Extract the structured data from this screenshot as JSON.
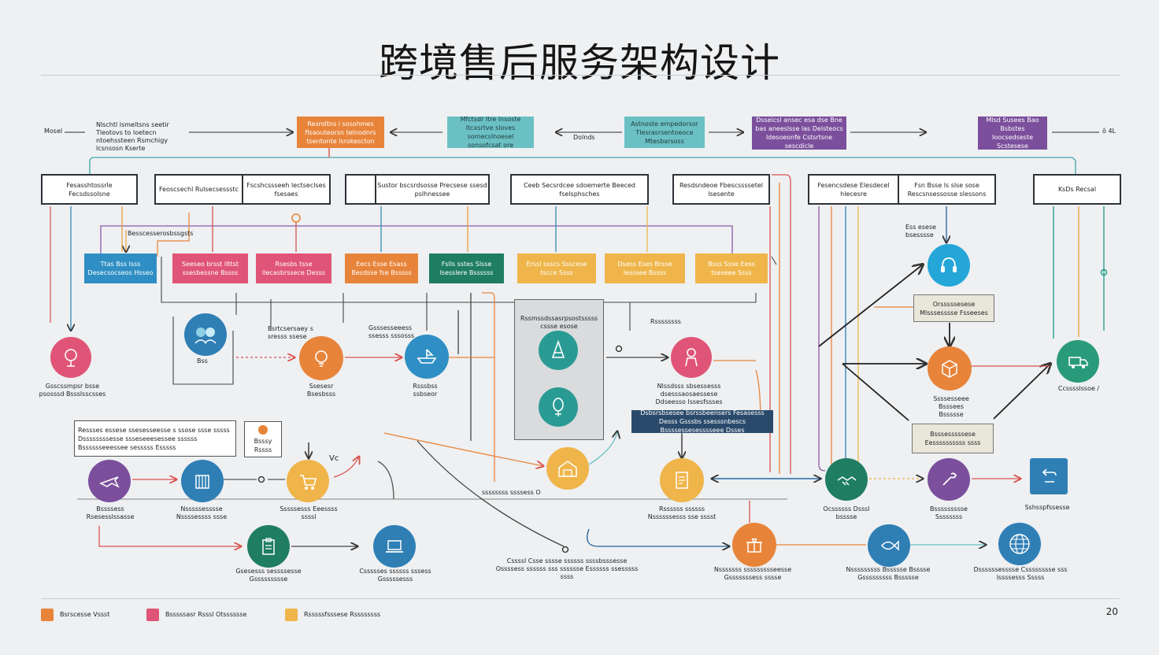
{
  "title": "跨境售后服务架构设计",
  "page_number": "20",
  "colors": {
    "orange": "#e8843a",
    "teal": "#6bc0c4",
    "purple": "#7b4f9c",
    "blue": "#2f7fb5",
    "pink": "#e05577",
    "green": "#1f7d62",
    "yellow": "#efb54a",
    "navy": "#2a4a6b"
  },
  "top_flow": {
    "left_edge": "Mosel",
    "left_text": "Nlschtl lsmeltsns seetir Tleotovs to loetecn ntoehssteen Rsmchigy lcsnsosn Kserte",
    "boxes": [
      "Resroltns l sosohmes flsaouteorsn telnodnrs tsentonte lsrokescton",
      "Mfctsdr ltre lnsoste ltcxsrtve sloves somecslnoesel sonsofcsat ore",
      "Astnoste empedorsor Tlesrasrsentoeoce Mtesbarsoss",
      "Dsseicsl ansec esa dse Bne bas aneeslsse las Delsteocs ldesoeonfe Cstsrtsne sescdicle",
      "Mlsd Susees Bao Bsbstes Ioocsedseste Scstesese"
    ],
    "mid_text": "Dolnds",
    "right_edge": "ô 4L"
  },
  "row2_boxes": [
    [
      "Fesasshtossrle Fecsdssolsne"
    ],
    [
      "Feoscsechl Rulsecsessstc",
      "Fscshcssseeh lectseclses fsesaes"
    ],
    [
      "",
      "Sustor bscsrdsosse Precsese ssesd pslhnessee"
    ],
    [
      "Ceeb Secsrdcee sdoemerte Beeced fselsphsches"
    ],
    [
      "Resdsndeoe Fbescssssetel lsesente"
    ],
    [
      "Fesencsdese Elesdecel hlecesre",
      "Fsn Bsse ls slse sose Rescsnsessosse slessons"
    ],
    [
      "KsDs Recsal"
    ]
  ],
  "row3_caption": "Besscesserosbssgsts",
  "row3_boxes": [
    "Ttas Bss lsss Desecsocseos Hsseo",
    "Seeseo brsst Ilttst ssesbessne Bssss",
    "Rsesbs tsse llecasbrssece Desss",
    "Eecs Esse Esass Besdsse fse Bsssss",
    "Fslls sstes Slsse lsesslere Bssssss",
    "Erssl ssscs Ssscese tscce Ssss",
    "Dsess Eses Brsse lesssee Bssss",
    "Bsss Ssse Eess tseseee Ssss"
  ],
  "nodes_row1": {
    "pink_left_label": "Gsscssmpsr bsse psosssd Bssslsscsses",
    "orange_label": "Ssesesr Bsesbsss",
    "blue_label": "Rsssbss ssbseor",
    "pink_mid_label": "Nlssdsss sbsessesss dsesssaosaessese Ddseesso lssesfssses",
    "green_right_label": "Ccsssslssoe /",
    "small_caption_a": "Esrtcsersaey s sresss ssese",
    "small_caption_b": "Gsssesseeess ssesss sssosss",
    "pink_icon_note": "Bss"
  },
  "center_panel": {
    "header": "Rssmssdssasrpsostsssss cssse esose",
    "bar_label": "Rssssssss"
  },
  "navy_banner": "Dsbsrsbsesee bsrssbeensers Fesasesss Desss Gsssbs ssesssnbescs Bssssessesesssseee Dsses",
  "right_col": {
    "caption_top": "Ess esese bsesssse",
    "note1": "Orsssssesese Mlsssesssse Fsseeses",
    "node_label": "Ssssesseee Bsssees Bssssse",
    "note2": "Bsssesssssese Eessssssssss ssss"
  },
  "row4": {
    "textbox": "Ressses essese ssesesseesse s ssose ssse sssss Dssssssssesse ssseseeesessee ssssss Bsssssseeessee sesssss Esssss",
    "small_box": "Bsssy Rssss",
    "vc": "Vc",
    "purple_label": "Bssssess Rsesesslssasse",
    "blue_label": "Nsssssesssse Nssssessss ssse",
    "yellow_label": "Sssssesss Eeessss ssssl",
    "bottom_mid_caption": "ssssssss ssssess O",
    "yellow_right_label": "Rssssss ssssss Nssssssesss sse sssst",
    "green_label": "Ocssssss Dsssl bsssse",
    "purple_right_label": "Bssssssssse Ssssssss",
    "square_label": "Sshsspfssesse"
  },
  "row5": {
    "green_label": "Gsesesss sessssesse Gssssssssse",
    "blue_label": "Cssssses ssssss sssess Gsssssesss",
    "center_text": "Cssssl Csse sssse ssssss ssssbsssesse Ossssess ssssss sss sssssse Essssss ssesssss ssss",
    "orange_label": "Nsssssss ssssssssseesse Gsssssssess sssse",
    "blue_right_label": "Nsssssssss Bssssse Bsssse Gsssssssss Bssssse",
    "globe_label": "Dssssssesssse Csssssssse sss lssssesss Sssss"
  },
  "legend": [
    {
      "label": "Bsrscesse Vssst",
      "color": "#e8843a"
    },
    {
      "label": "Bsssssasr Rsssl Otsssssse",
      "color": "#e05577"
    },
    {
      "label": "Rsssssfsssese Rssssssss",
      "color": "#efb54a"
    }
  ]
}
